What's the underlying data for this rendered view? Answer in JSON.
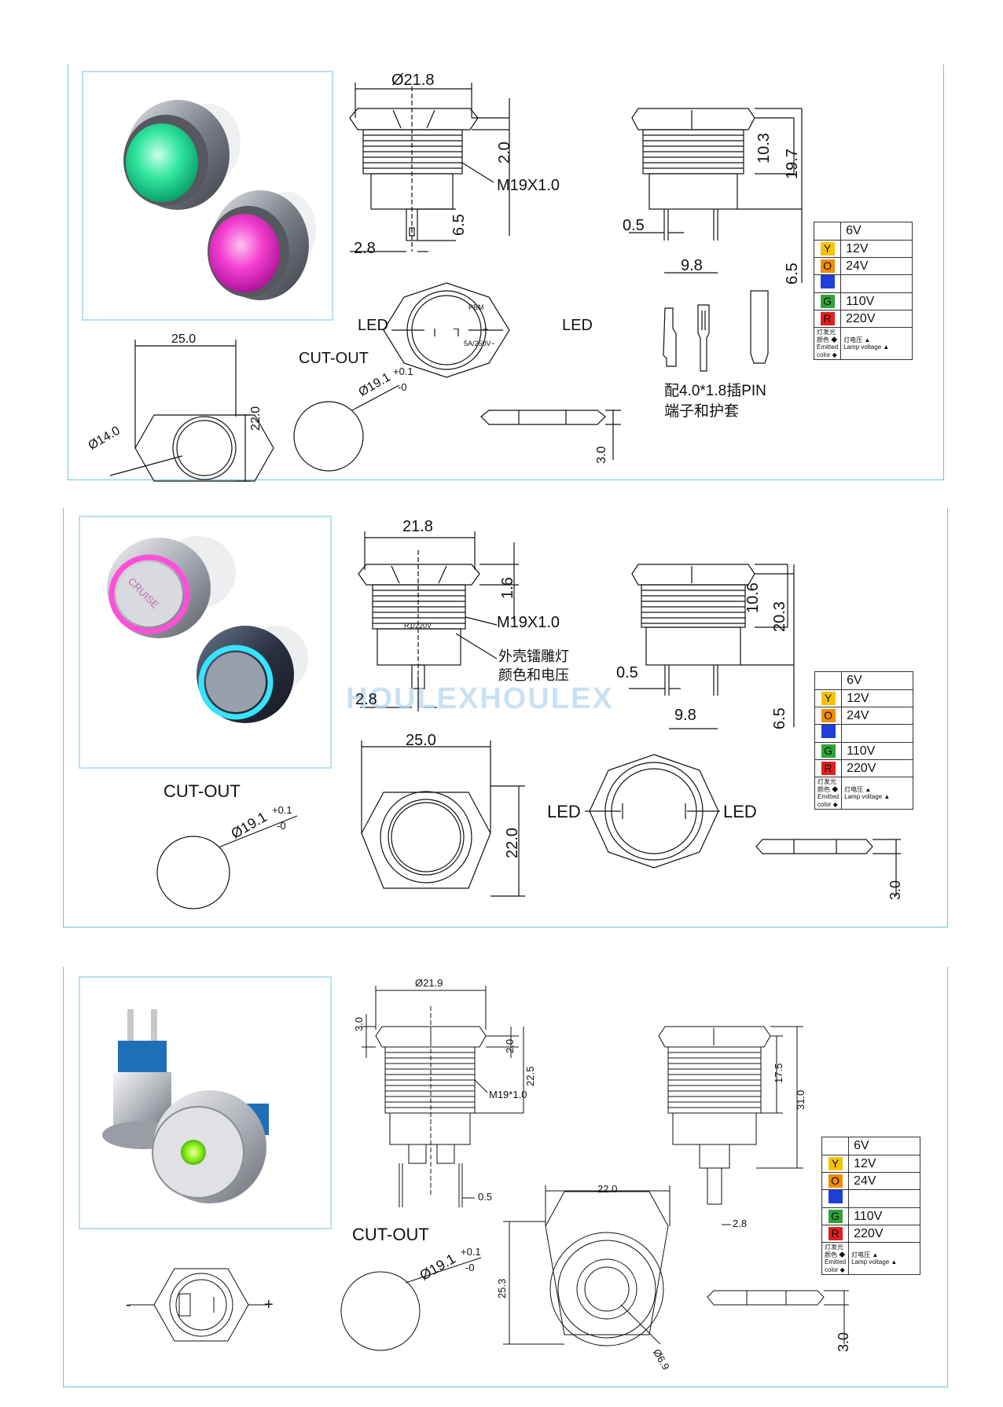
{
  "panel1": {
    "outer_dia": "Ø21.8",
    "dim_2_0": "2.0",
    "thread": "M19X1.0",
    "dim_6_5a": "6.5",
    "dim_2_8": "2.8",
    "dim_10_3": "10.3",
    "dim_19_7": "19.7",
    "dim_0_5": "0.5",
    "dim_9_8": "9.8",
    "dim_6_5b": "6.5",
    "led_left": "LED",
    "led_right": "LED",
    "rating": "5A/250V~",
    "pin_marking": "PBM",
    "hex_width": "25.0",
    "hex_height": "22.0",
    "inner_dia": "Ø14.0",
    "cutout_title": "CUT-OUT",
    "cutout_dia": "Ø19.1",
    "tol_plus": "+0.1",
    "tol_minus": "-0",
    "nut_thick": "3.0",
    "terminal_note_1": "配4.0*1.8插PIN",
    "terminal_note_2": "端子和护套"
  },
  "panel2": {
    "outer_dia": "21.8",
    "dim_1_6": "1.6",
    "thread": "M19X1.0",
    "body_marking": "R1/220V",
    "shell_note_1": "外壳镭雕灯",
    "shell_note_2": "颜色和电压",
    "dim_2_8": "2.8",
    "dim_10_6": "10.6",
    "dim_20_3": "20.3",
    "dim_0_5": "0.5",
    "dim_9_8": "9.8",
    "dim_6_5": "6.5",
    "watermark": "HOULEXHOULEX",
    "photo_text": "CRUISE",
    "cutout_title": "CUT-OUT",
    "cutout_dia": "Ø19.1",
    "tol_plus": "+0.1",
    "tol_minus": "-0",
    "hex_width": "25.0",
    "hex_height": "22.0",
    "led_left": "LED",
    "led_right": "LED",
    "nut_thick": "3.0"
  },
  "panel3": {
    "outer_dia": "Ø21.9",
    "dim_3_0": "3.0",
    "dim_2_0": "2.0",
    "dim_22_5": "22.5",
    "thread": "M19*1.0",
    "dim_0_5": "0.5",
    "dim_17_5": "17.5",
    "dim_31_0": "31.0",
    "dim_2_8": "2.8",
    "hex_width": "22.0",
    "hex_height": "25.3",
    "inner_dia": "Ø6.9",
    "cutout_title": "CUT-OUT",
    "cutout_dia": "Ø19.1",
    "tol_plus": "+0.1",
    "tol_minus": "-0",
    "nut_thick": "3.0",
    "minus": "-",
    "plus": "+"
  },
  "voltage_table": {
    "rows": [
      {
        "letter": "",
        "color": "",
        "voltage": "6V"
      },
      {
        "letter": "Y",
        "color": "#f5c400",
        "voltage": "12V"
      },
      {
        "letter": "O",
        "color": "#f08c00",
        "voltage": "24V"
      },
      {
        "letter": "",
        "color": "#1f3fd6",
        "voltage": ""
      },
      {
        "letter": "G",
        "color": "#2fa33a",
        "voltage": "110V"
      },
      {
        "letter": "R",
        "color": "#e02020",
        "voltage": "220V"
      }
    ],
    "footer_left_cn": "灯发光颜色 ◆",
    "footer_left_en": "Emitted color ◆",
    "footer_right_cn": "灯电压 ▲",
    "footer_right_en": "Lamp voltage ▲"
  }
}
